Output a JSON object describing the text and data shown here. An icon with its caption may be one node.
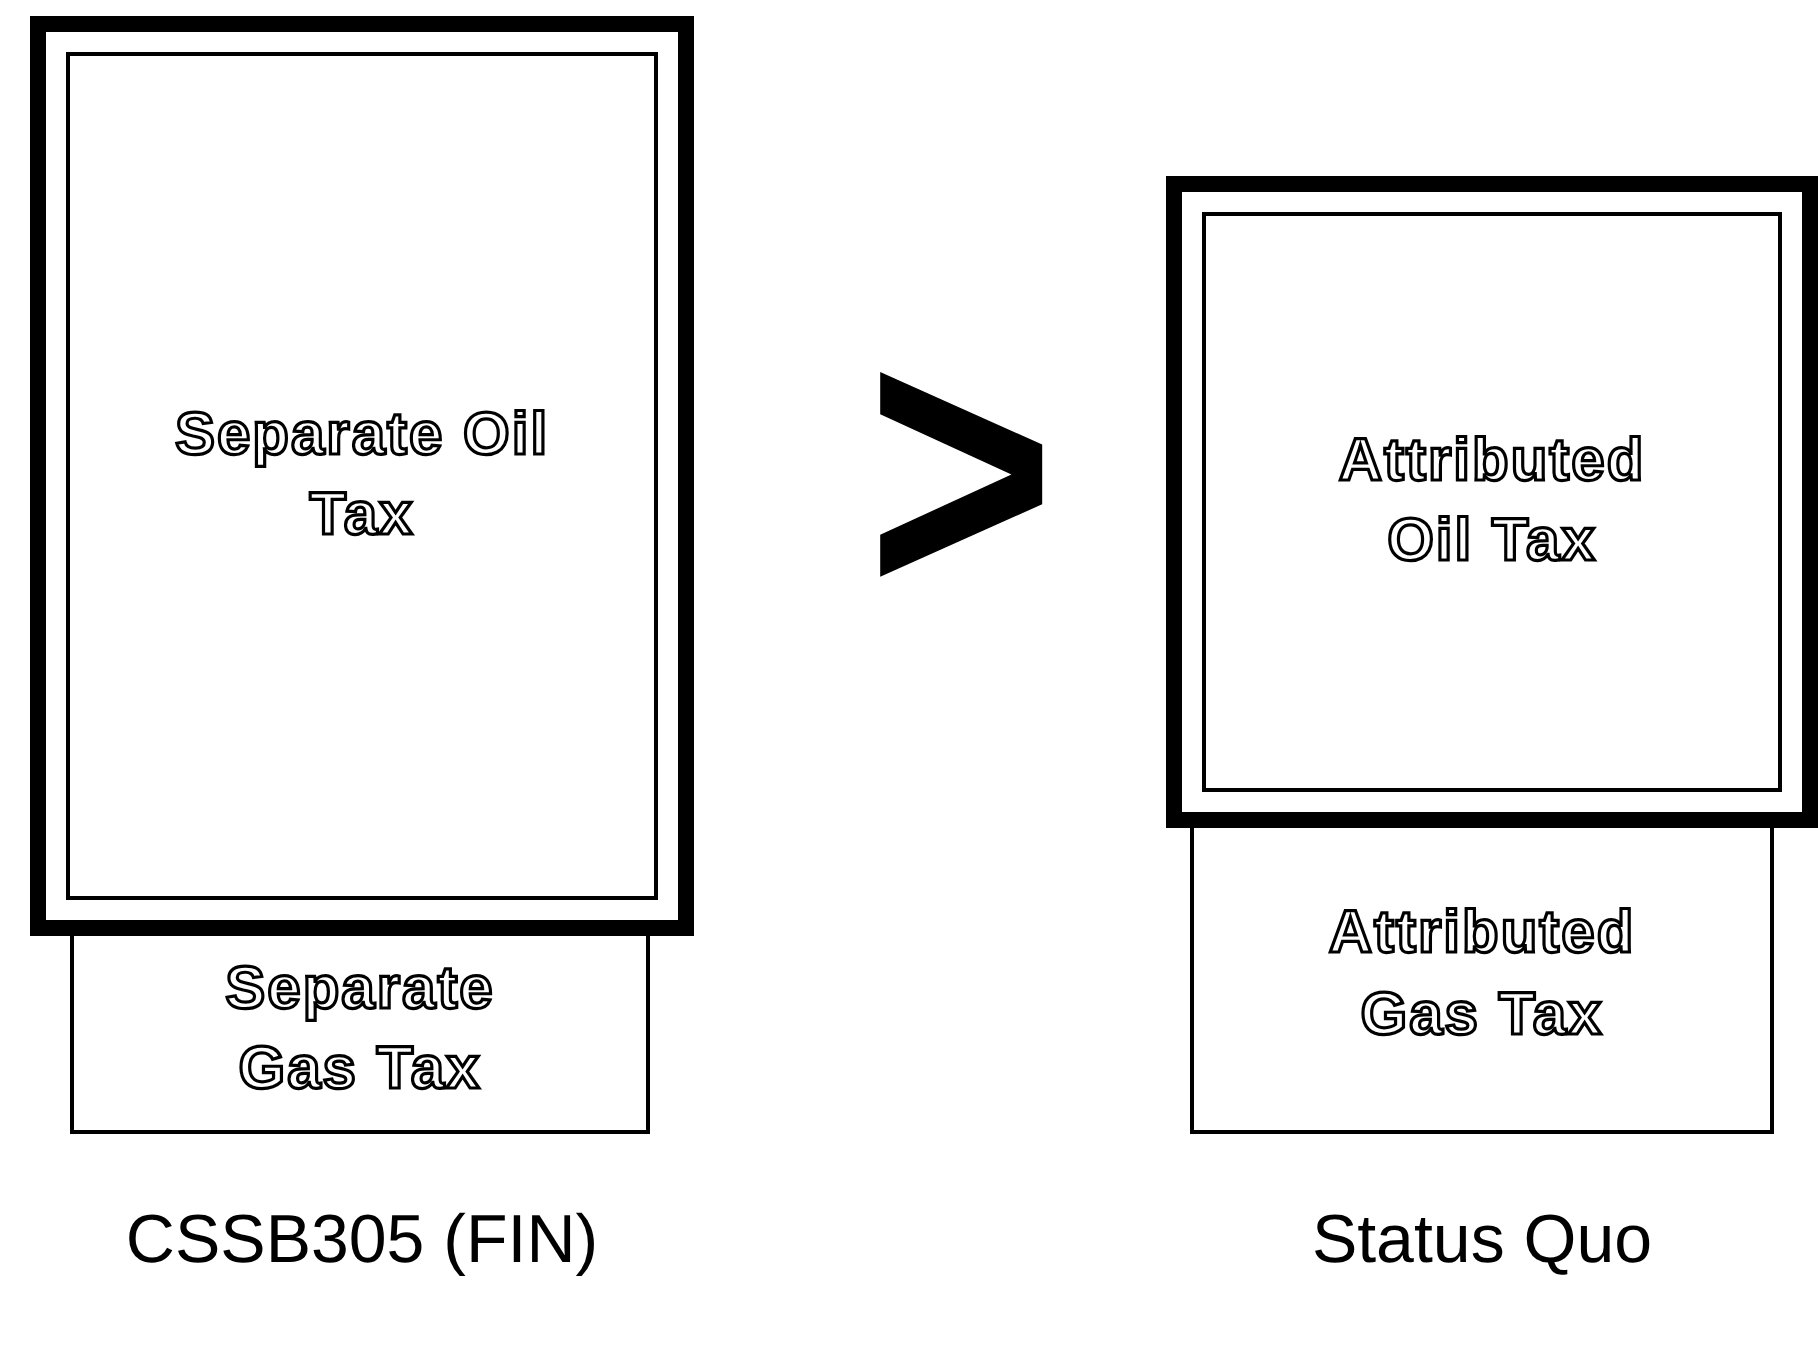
{
  "diagram": {
    "nodes": [
      {
        "text": [
          "Separate Oil Tax"
        ]
      },
      {
        "text": [
          "Separate Gas Tax"
        ]
      },
      {
        "text": [
          "Attributed Oil Tax"
        ]
      },
      {
        "text": [
          "Attributed Gas Tax"
        ]
      }
    ],
    "labels": [
      ">",
      "CSSB305 (FIN)",
      "Status Quo"
    ]
  }
}
